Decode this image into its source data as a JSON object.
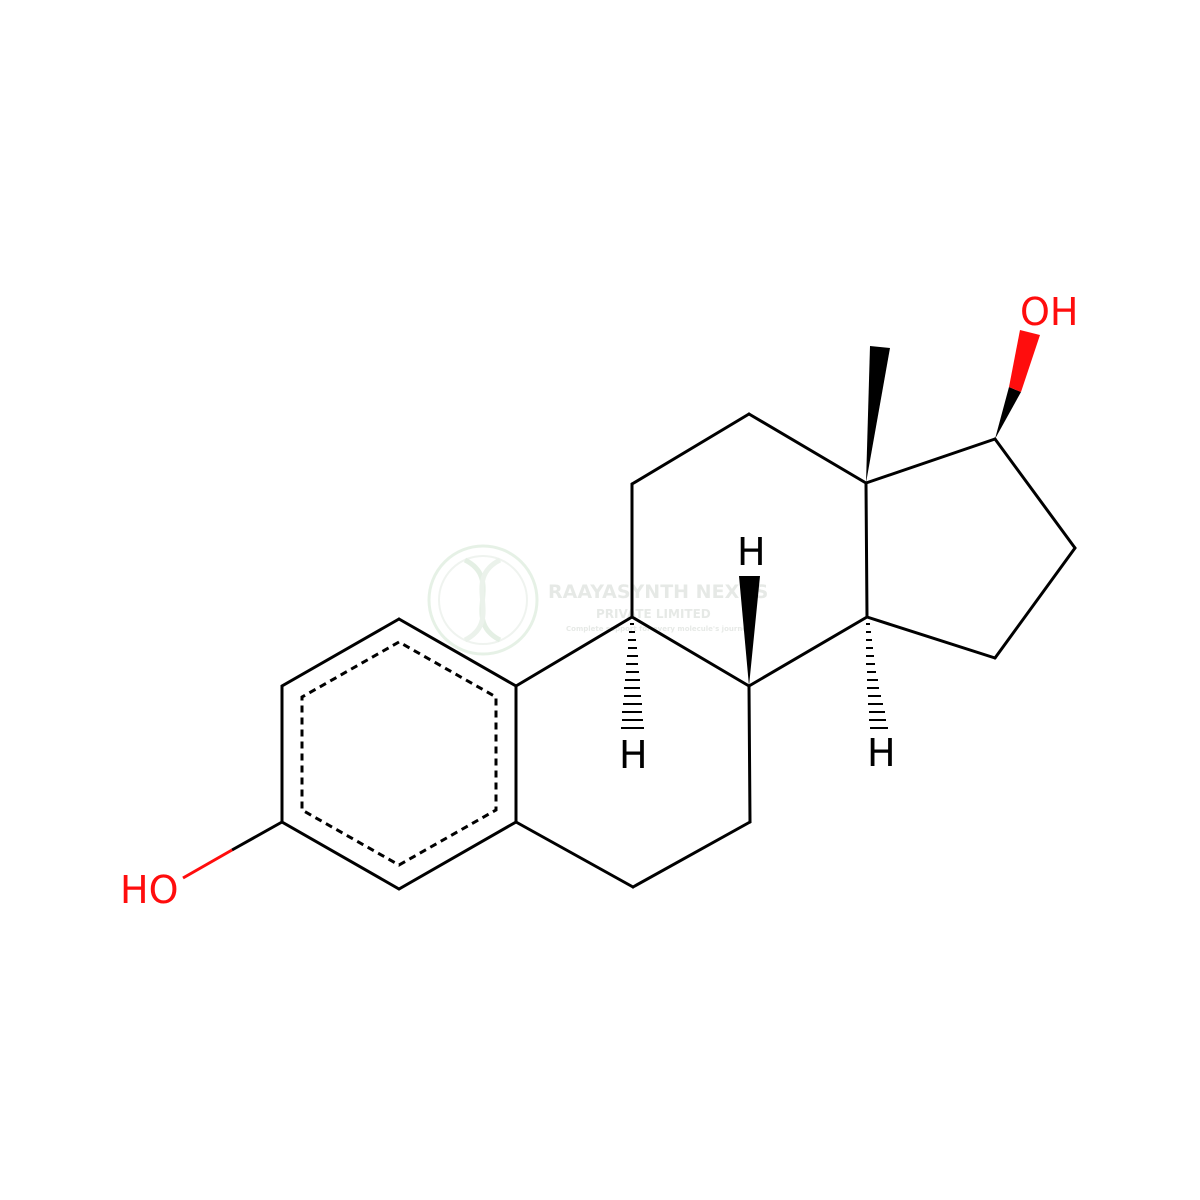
{
  "atoms": {
    "hydroxyl_3": "HO",
    "hydroxyl_17": "OH",
    "hydrogen_8": "H",
    "hydrogen_9": "H",
    "hydrogen_14": "H"
  },
  "colors": {
    "bond": "#000000",
    "oxygen": "#ff0d0d",
    "watermark": "#d3d8d3"
  },
  "watermark": {
    "company": "RAAYASYNTH NEXUS",
    "subtitle": "PRIVATE LIMITED",
    "tagline": "Complete support for every molecule's journey"
  }
}
